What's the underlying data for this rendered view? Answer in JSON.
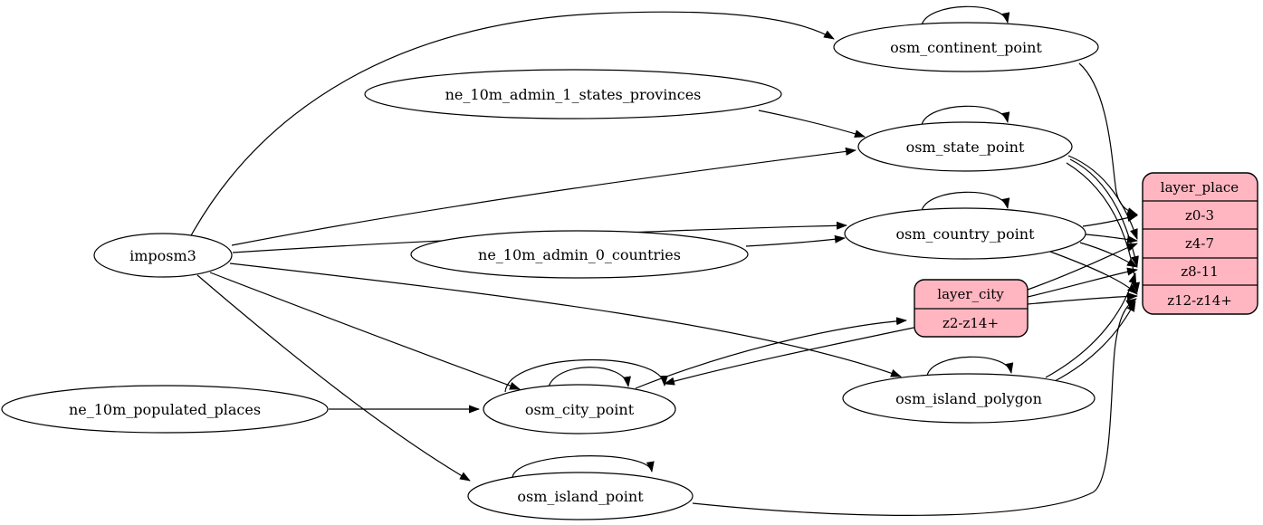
{
  "diagram": {
    "kind": "etl-graph",
    "colors": {
      "background": "#ffffff",
      "node_fill": "#ffffff",
      "record_fill": "#ffb6c1",
      "stroke": "#000000"
    },
    "nodes": {
      "imposm3": "imposm3",
      "ne_10m_admin_1_states_provinces": "ne_10m_admin_1_states_provinces",
      "ne_10m_admin_0_countries": "ne_10m_admin_0_countries",
      "ne_10m_populated_places": "ne_10m_populated_places",
      "osm_continent_point": "osm_continent_point",
      "osm_state_point": "osm_state_point",
      "osm_country_point": "osm_country_point",
      "osm_city_point": "osm_city_point",
      "osm_island_polygon": "osm_island_polygon",
      "osm_island_point": "osm_island_point"
    },
    "records": {
      "layer_place": {
        "title": "layer_place",
        "rows": [
          "z0-3",
          "z4-7",
          "z8-11",
          "z12-z14+"
        ]
      },
      "layer_city": {
        "title": "layer_city",
        "rows": [
          "z2-z14+"
        ]
      }
    },
    "edges": [
      {
        "from": "imposm3",
        "to": "osm_continent_point"
      },
      {
        "from": "imposm3",
        "to": "osm_state_point"
      },
      {
        "from": "imposm3",
        "to": "osm_country_point"
      },
      {
        "from": "imposm3",
        "to": "osm_city_point"
      },
      {
        "from": "imposm3",
        "to": "osm_island_polygon"
      },
      {
        "from": "imposm3",
        "to": "osm_island_point"
      },
      {
        "from": "ne_10m_admin_1_states_provinces",
        "to": "osm_state_point"
      },
      {
        "from": "ne_10m_admin_0_countries",
        "to": "osm_country_point"
      },
      {
        "from": "ne_10m_populated_places",
        "to": "osm_city_point"
      },
      {
        "from": "osm_continent_point",
        "to": "osm_continent_point"
      },
      {
        "from": "osm_state_point",
        "to": "osm_state_point"
      },
      {
        "from": "osm_country_point",
        "to": "osm_country_point"
      },
      {
        "from": "osm_city_point",
        "to": "osm_city_point"
      },
      {
        "from": "osm_city_point",
        "to": "osm_city_point"
      },
      {
        "from": "osm_island_polygon",
        "to": "osm_island_polygon"
      },
      {
        "from": "osm_island_point",
        "to": "osm_island_point"
      },
      {
        "from": "osm_continent_point",
        "to": "layer_place:z0-3"
      },
      {
        "from": "osm_state_point",
        "to": "layer_place:z4-7"
      },
      {
        "from": "osm_state_point",
        "to": "layer_place:z8-11"
      },
      {
        "from": "osm_state_point",
        "to": "layer_place:z12-z14+"
      },
      {
        "from": "osm_country_point",
        "to": "layer_place:z0-3"
      },
      {
        "from": "osm_country_point",
        "to": "layer_place:z4-7"
      },
      {
        "from": "osm_country_point",
        "to": "layer_place:z8-11"
      },
      {
        "from": "osm_country_point",
        "to": "layer_place:z12-z14+"
      },
      {
        "from": "osm_city_point",
        "to": "layer_city:z2-z14+"
      },
      {
        "from": "layer_city",
        "to": "osm_city_point"
      },
      {
        "from": "osm_city_point",
        "to": "layer_place:z4-7"
      },
      {
        "from": "osm_city_point",
        "to": "layer_place:z8-11"
      },
      {
        "from": "osm_city_point",
        "to": "layer_place:z12-z14+"
      },
      {
        "from": "osm_island_polygon",
        "to": "layer_place:z8-11"
      },
      {
        "from": "osm_island_polygon",
        "to": "layer_place:z12-z14+"
      },
      {
        "from": "osm_island_point",
        "to": "layer_place:z12-z14+"
      }
    ]
  }
}
